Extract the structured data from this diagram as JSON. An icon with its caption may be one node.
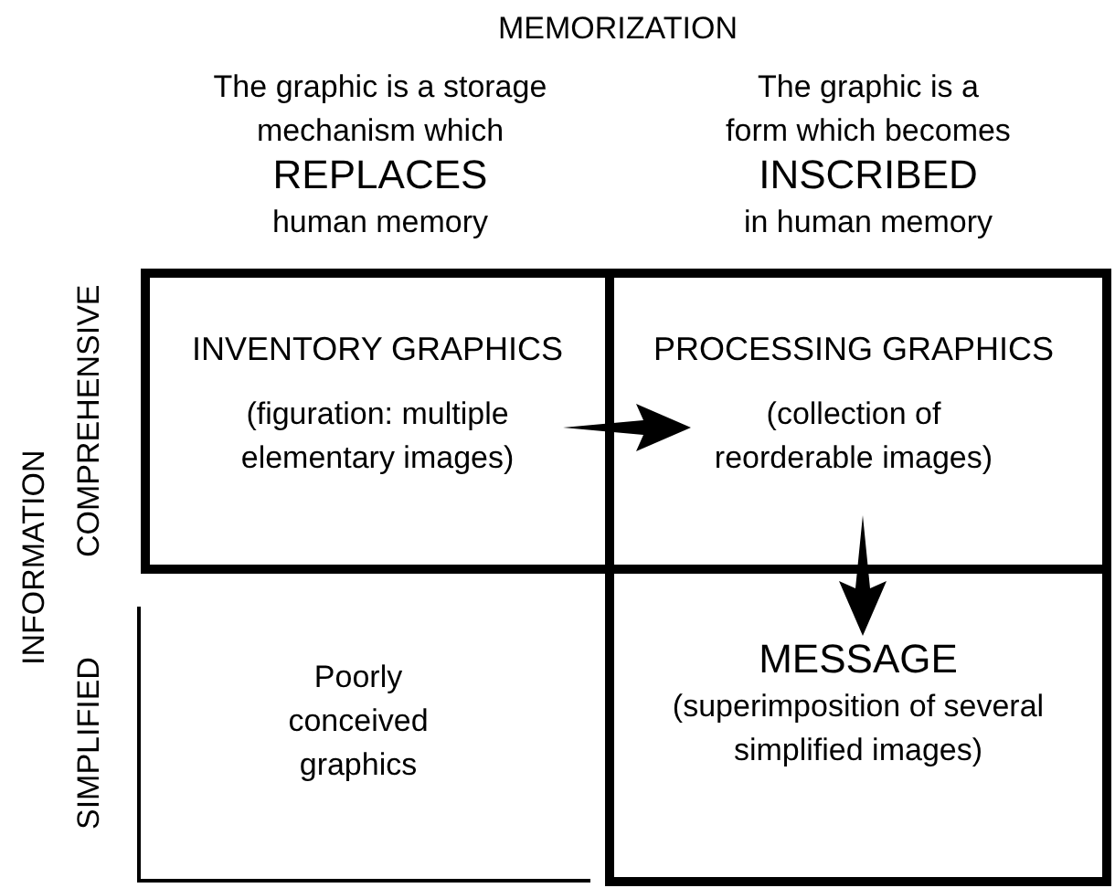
{
  "diagram": {
    "nodes": [
      {
        "text": [
          "INVENTORY GRAPHICS",
          "(figuration: multiple elementary images)"
        ]
      },
      {
        "text": [
          "PROCESSING GRAPHICS",
          "(collection of reorderable images)"
        ]
      },
      {
        "text": [
          "Poorly conceived graphics"
        ]
      },
      {
        "text": [
          "MESSAGE",
          "(superimposition of several simplified images)"
        ]
      }
    ],
    "edges": [
      {
        "from": 0,
        "to": 1,
        "arrow": "to",
        "style": "thick"
      },
      {
        "from": 1,
        "to": 3,
        "arrow": "to",
        "style": "thick"
      }
    ],
    "labels": [
      "MEMORIZATION",
      "The graphic is a storage mechanism which",
      "REPLACES",
      "human memory",
      "The graphic is a form which becomes",
      "INSCRIBED",
      "in human memory",
      "INFORMATION",
      "COMPREHENSIVE",
      "SIMPLIFIED"
    ]
  }
}
